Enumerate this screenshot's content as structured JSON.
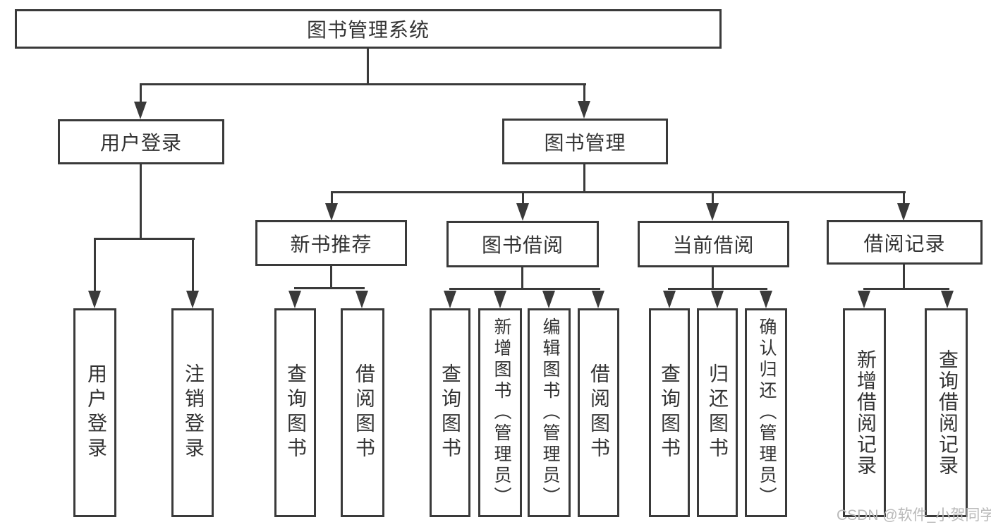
{
  "diagram": {
    "root": {
      "label": "图书管理系统"
    },
    "level2": [
      {
        "label": "用户登录"
      },
      {
        "label": "图书管理"
      }
    ],
    "level3": [
      {
        "label": "新书推荐"
      },
      {
        "label": "图书借阅"
      },
      {
        "label": "当前借阅"
      },
      {
        "label": "借阅记录"
      }
    ],
    "leaf_groups": [
      {
        "parent": "用户登录",
        "children": [
          "用户登录",
          "注销登录"
        ]
      },
      {
        "parent": "新书推荐",
        "children": [
          "查询图书",
          "借阅图书"
        ]
      },
      {
        "parent": "图书借阅",
        "children": [
          "查询图书",
          "新增图书（管理员）",
          "编辑图书（管理员）",
          "借阅图书"
        ]
      },
      {
        "parent": "当前借阅",
        "children": [
          "查询图书",
          "归还图书",
          "确认归还（管理员）"
        ]
      },
      {
        "parent": "借阅记录",
        "children": [
          "新增借阅记录",
          "查询借阅记录"
        ]
      }
    ]
  },
  "watermark": {
    "text": "CSDN @软件_小贺同学"
  },
  "colors": {
    "line": "#3a3a3a",
    "text": "#333333",
    "box_background": "#ffffff",
    "page_background": "#ffffff",
    "watermark": "#b9b9b9"
  }
}
